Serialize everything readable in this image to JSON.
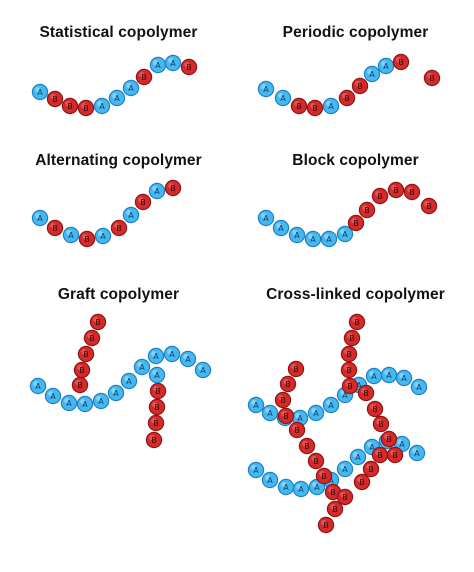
{
  "titles": {
    "statistical": "Statistical copolymer",
    "periodic": "Periodic copolymer",
    "alternating": "Alternating copolymer",
    "block": "Block copolymer",
    "graft": "Graft copolymer",
    "cross_linked": "Cross-linked copolymer"
  },
  "monomers": {
    "A": {
      "label": "A",
      "fill": "#45b8f0",
      "stroke": "#1e7fc4",
      "text": "#0b3f6e"
    },
    "B": {
      "label": "B",
      "fill": "#d42a2a",
      "stroke": "#8f1414",
      "text": "#3a0606"
    }
  },
  "sequences": {
    "statistical": "ABBBAAABAAB",
    "periodic": "AABBABBAAB",
    "alternating": "ABABABABAB",
    "block": "AAAAAABBBBB",
    "graft_backbone": "AAAAAAAAAAA",
    "graft_branch_up": "BBBB",
    "graft_branch_down": "BBBB",
    "cross_chain_top": "AAAAAAAAAA",
    "cross_chain_bottom": "AAAAAAAAAA",
    "cross_link_1": "BBBBB",
    "cross_link_2": "BBBB",
    "cross_link_3": "BBBBB",
    "cross_link_4": "BBBBB",
    "cross_link_5": "BBBB"
  }
}
